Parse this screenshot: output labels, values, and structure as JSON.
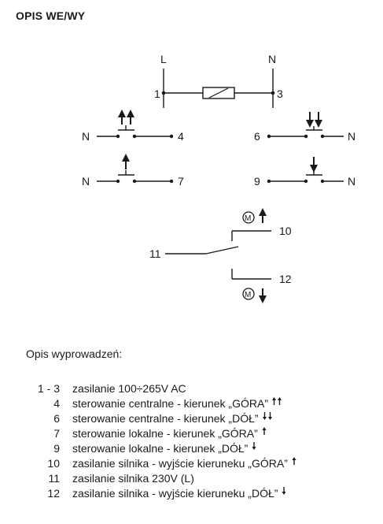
{
  "title": "OPIS WE/WY",
  "diagram": {
    "labels": {
      "L": "L",
      "N_top": "N",
      "pin1": "1",
      "pin3": "3",
      "N_left_4": "N",
      "pin4": "4",
      "pin6": "6",
      "N_right_6": "N",
      "N_left_7": "N",
      "pin7": "7",
      "pin9": "9",
      "N_right_9": "N",
      "pin10": "10",
      "pin11": "11",
      "pin12": "12",
      "motor_top": "M",
      "motor_bottom": "M"
    }
  },
  "pinout": {
    "heading": "Opis wyprowadzeń:",
    "items": [
      {
        "pin": "1 - 3",
        "desc": "zasilanie 100÷265V AC",
        "icon": ""
      },
      {
        "pin": "4",
        "desc": "sterowanie centralne - kierunek „GÓRA”",
        "icon": "double-up-arrow"
      },
      {
        "pin": "6",
        "desc": "sterowanie centralne - kierunek „DÓŁ”",
        "icon": "double-down-arrow"
      },
      {
        "pin": "7",
        "desc": "sterowanie lokalne - kierunek „GÓRA”",
        "icon": "up-arrow"
      },
      {
        "pin": "9",
        "desc": "sterowanie lokalne - kierunek „DÓŁ”",
        "icon": "down-arrow"
      },
      {
        "pin": "10",
        "desc": "zasilanie silnika - wyjście kieruneku „GÓRA”",
        "icon": "up-arrow"
      },
      {
        "pin": "11",
        "desc": "zasilanie silnika 230V (L)",
        "icon": ""
      },
      {
        "pin": "12",
        "desc": "zasilanie silnika - wyjście kieruneku „DÓŁ”",
        "icon": "down-arrow"
      }
    ]
  }
}
